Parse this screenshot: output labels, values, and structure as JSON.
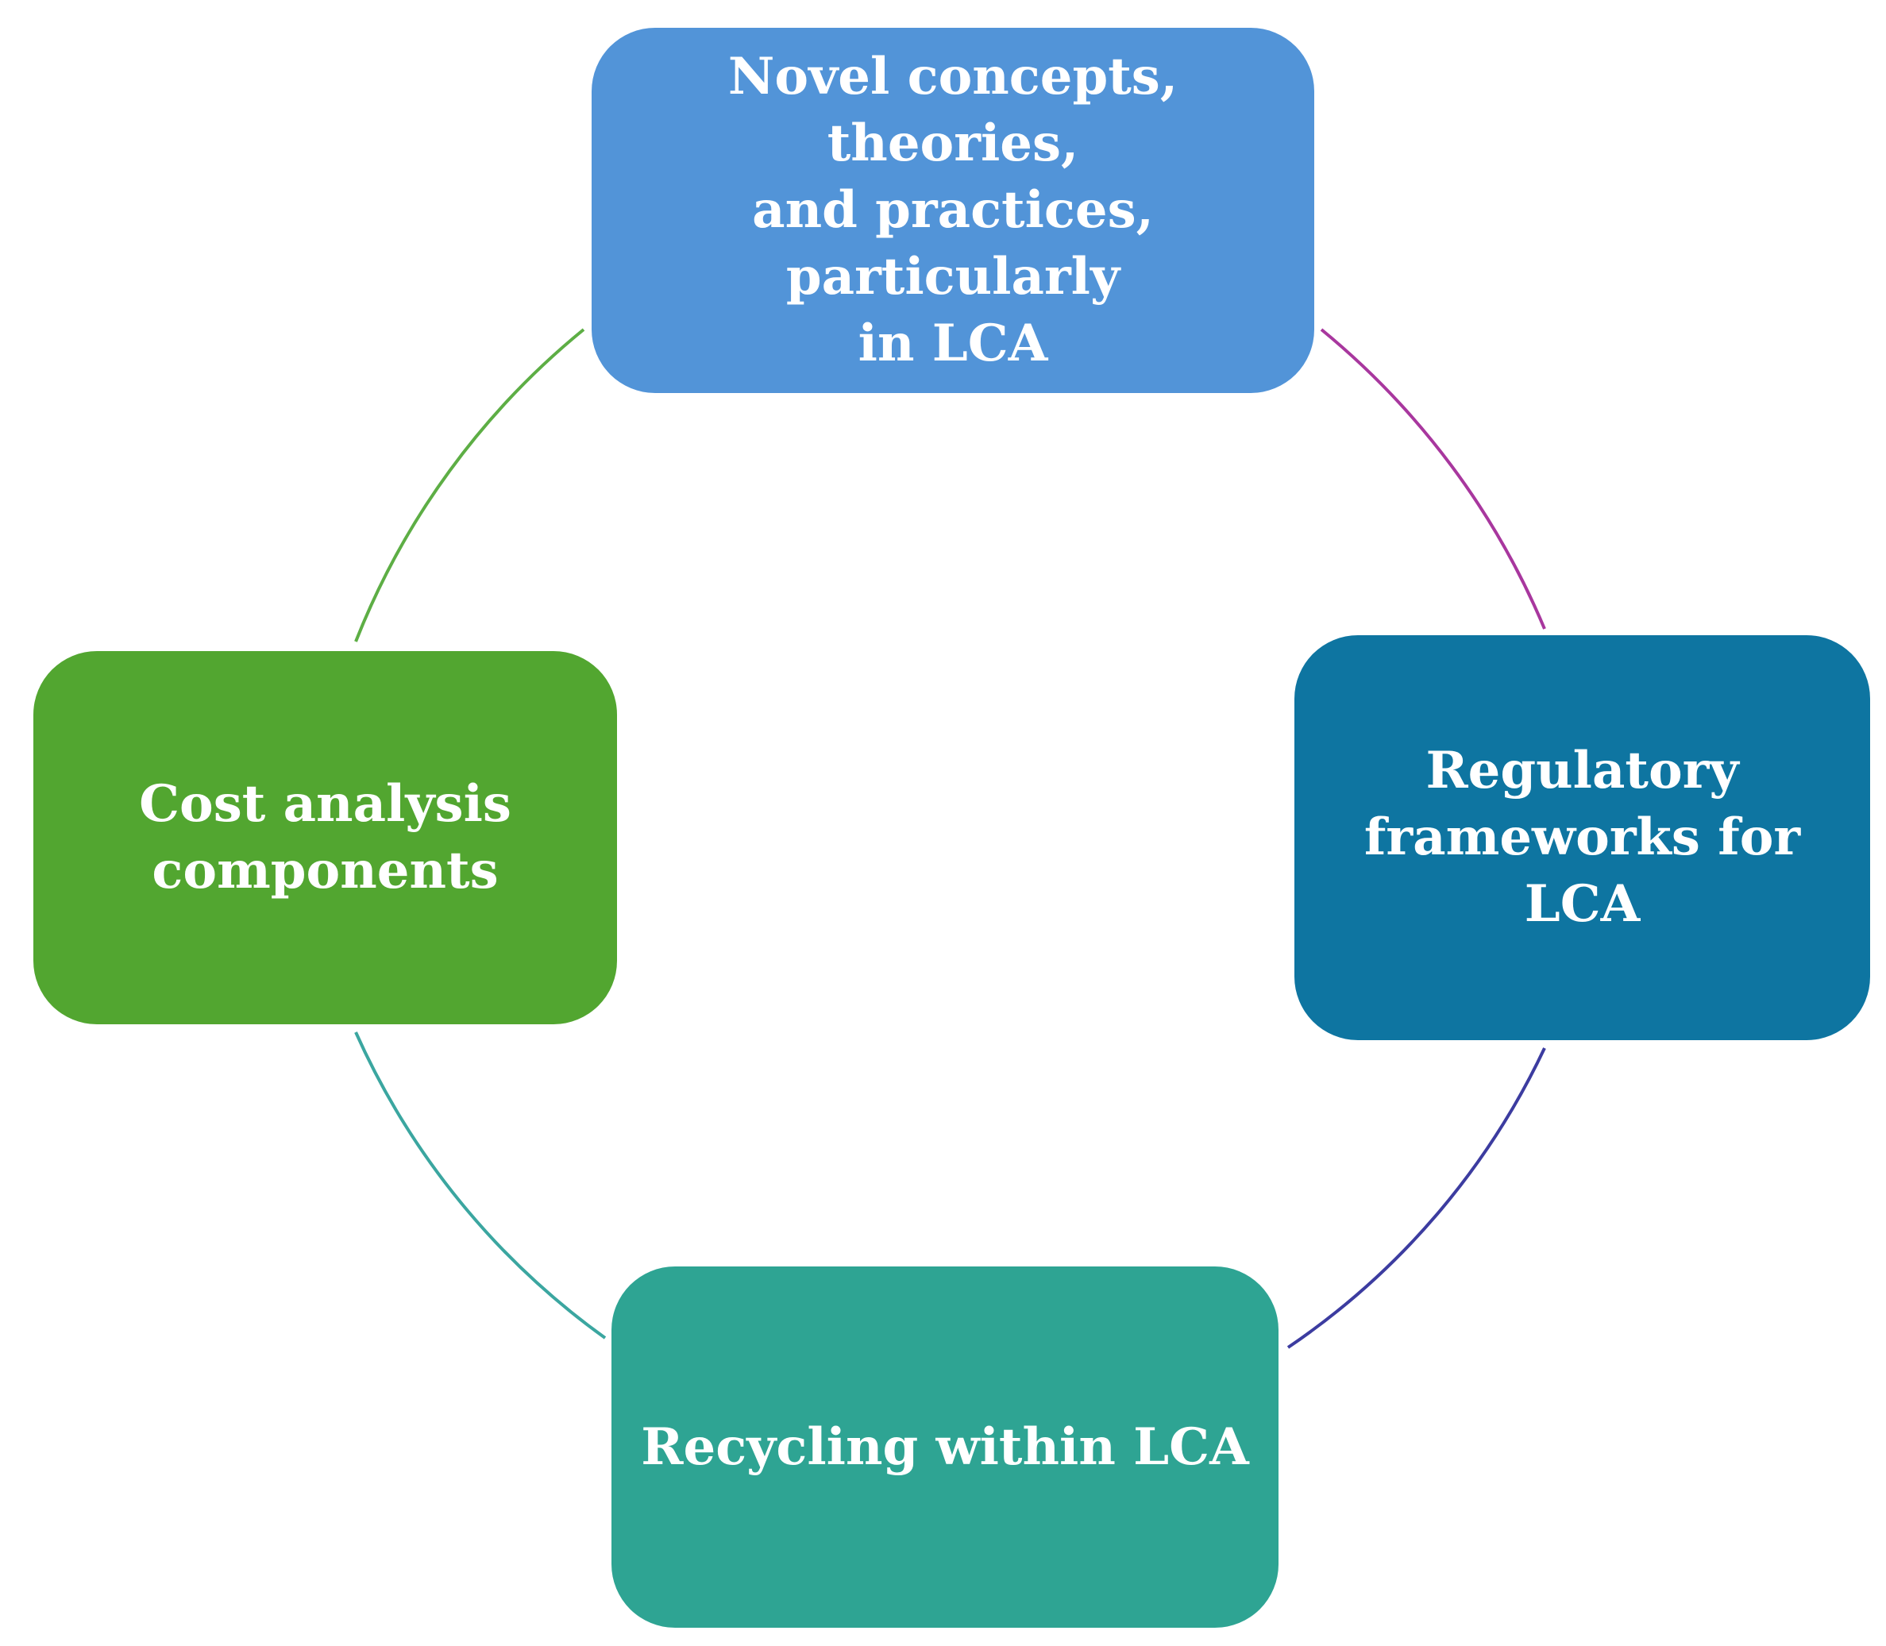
{
  "nodes": {
    "top": {
      "label": "Novel concepts, theories,\nand practices, particularly\nin LCA",
      "color": "#5294D8"
    },
    "right": {
      "label": "Regulatory\nframeworks for\nLCA",
      "color": "#0E75A1"
    },
    "bottom": {
      "label": "Recycling within LCA",
      "color": "#2EA493"
    },
    "left": {
      "label": "Cost analysis\ncomponents",
      "color": "#52A630"
    }
  },
  "connectors": {
    "top_right": {
      "color": "#A8379E"
    },
    "right_bottom": {
      "color": "#3C3CA0"
    },
    "bottom_left": {
      "color": "#3BA6A0"
    },
    "left_top": {
      "color": "#5DAE45"
    }
  }
}
